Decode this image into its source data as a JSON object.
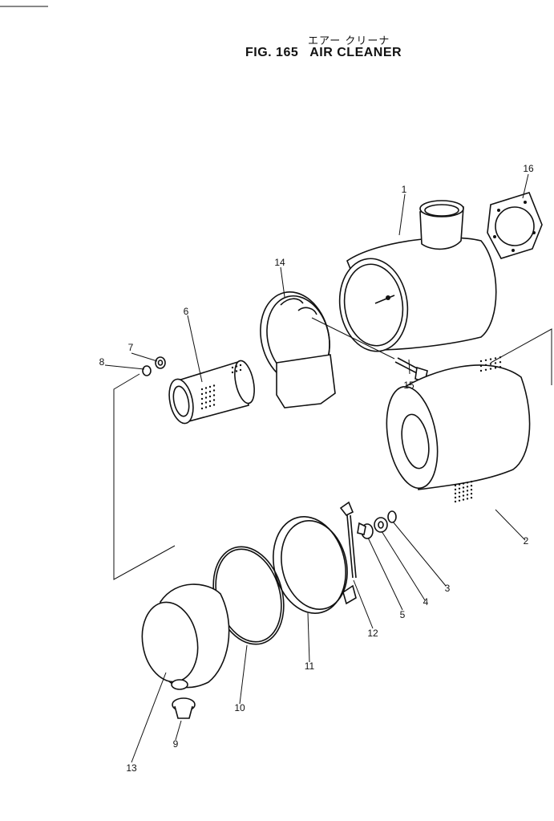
{
  "title_jp": "エアー クリーナ",
  "fig_no": "FIG. 165",
  "fig_title": "AIR CLEANER",
  "callouts": [
    "1",
    "2",
    "3",
    "4",
    "5",
    "6",
    "7",
    "8",
    "9",
    "10",
    "11",
    "12",
    "13",
    "14",
    "15",
    "16"
  ]
}
